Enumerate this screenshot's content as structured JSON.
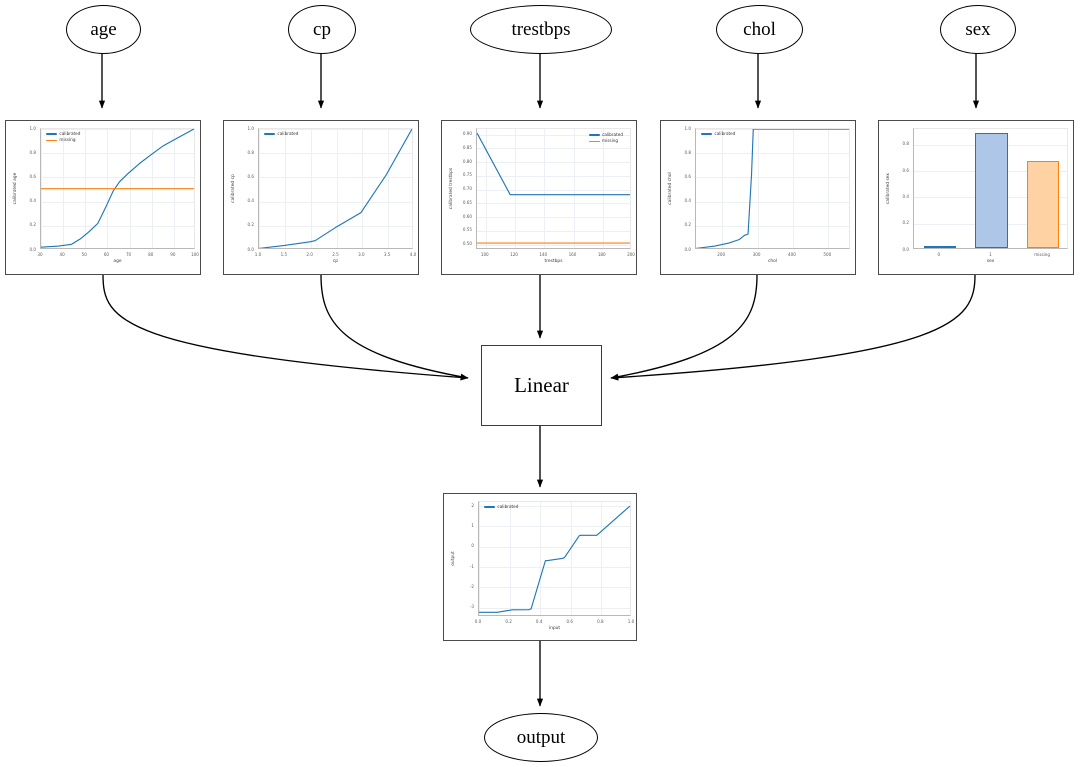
{
  "graph": {
    "input_nodes": [
      {
        "name": "age"
      },
      {
        "name": "cp"
      },
      {
        "name": "trestbps"
      },
      {
        "name": "chol"
      },
      {
        "name": "sex"
      }
    ],
    "linear_node": "Linear",
    "output_node": "output"
  },
  "colors": {
    "calibrated": "#1f77b4",
    "missing": "#ff7f0e",
    "bar_blue_fill": "#aec7e8",
    "bar_blue_edge": "#1f77b4",
    "bar_orange_fill": "#ffd2a3",
    "bar_orange_edge": "#ff7f0e",
    "node_stroke": "#000000",
    "panel_border": "#4a4a4a",
    "grid": "#eceff4"
  },
  "chart_data": [
    {
      "id": "age",
      "type": "line",
      "xlabel": "age",
      "ylabel": "calibrated age",
      "xlim": [
        30,
        100
      ],
      "ylim": [
        0.0,
        1.0
      ],
      "xticks": [
        "30",
        "40",
        "50",
        "60",
        "70",
        "80",
        "90",
        "100"
      ],
      "yticks": [
        "0.0",
        "0.2",
        "0.4",
        "0.6",
        "0.8",
        "1.0"
      ],
      "grid": true,
      "legend": [
        "calibrated",
        "missing"
      ],
      "legend_position": "upper left",
      "series": [
        {
          "name": "calibrated",
          "color": "#1f77b4",
          "x": [
            30,
            38,
            44,
            48,
            52,
            56,
            60,
            63,
            66,
            70,
            75,
            80,
            86,
            92,
            100
          ],
          "y": [
            0.01,
            0.02,
            0.035,
            0.08,
            0.14,
            0.21,
            0.36,
            0.48,
            0.56,
            0.63,
            0.71,
            0.78,
            0.86,
            0.92,
            1.0
          ]
        },
        {
          "name": "missing",
          "color": "#ff7f0e",
          "x": [
            30,
            100
          ],
          "y": [
            0.5,
            0.5
          ]
        }
      ]
    },
    {
      "id": "cp",
      "type": "line",
      "xlabel": "cp",
      "ylabel": "calibrated cp",
      "xlim": [
        1.0,
        4.0
      ],
      "ylim": [
        0.0,
        1.0
      ],
      "xticks": [
        "1.0",
        "1.5",
        "2.0",
        "2.5",
        "3.0",
        "3.5",
        "4.0"
      ],
      "yticks": [
        "0.0",
        "0.2",
        "0.4",
        "0.6",
        "0.8",
        "1.0"
      ],
      "grid": true,
      "legend": [
        "calibrated"
      ],
      "legend_position": "upper left",
      "series": [
        {
          "name": "calibrated",
          "color": "#1f77b4",
          "x": [
            1.0,
            1.5,
            2.0,
            2.1,
            2.5,
            3.0,
            3.5,
            4.0
          ],
          "y": [
            0.0,
            0.025,
            0.055,
            0.065,
            0.175,
            0.3,
            0.62,
            1.0
          ]
        }
      ]
    },
    {
      "id": "trestbps",
      "type": "line",
      "xlabel": "trestbps",
      "ylabel": "calibrated trestbps",
      "xlim": [
        94,
        200
      ],
      "ylim": [
        0.48,
        0.92
      ],
      "xticks": [
        "100",
        "120",
        "140",
        "160",
        "180",
        "200"
      ],
      "yticks": [
        "0.50",
        "0.55",
        "0.60",
        "0.65",
        "0.70",
        "0.75",
        "0.80",
        "0.85",
        "0.90"
      ],
      "grid": true,
      "legend": [
        "calibrated",
        "missing"
      ],
      "legend_position": "upper right",
      "series": [
        {
          "name": "calibrated",
          "color": "#1f77b4",
          "x": [
            94,
            117,
            200
          ],
          "y": [
            0.905,
            0.678,
            0.678
          ]
        },
        {
          "name": "missing",
          "color": "#ff7f0e",
          "x": [
            94,
            200
          ],
          "y": [
            0.5,
            0.5
          ]
        }
      ]
    },
    {
      "id": "chol",
      "type": "line",
      "xlabel": "chol",
      "ylabel": "calibrated chol",
      "xlim": [
        126,
        564
      ],
      "ylim": [
        0.0,
        1.0
      ],
      "xticks": [
        "200",
        "300",
        "400",
        "500"
      ],
      "yticks": [
        "0.0",
        "0.2",
        "0.4",
        "0.6",
        "0.8",
        "1.0"
      ],
      "grid": true,
      "legend": [
        "calibrated"
      ],
      "legend_position": "upper left",
      "series": [
        {
          "name": "calibrated",
          "color": "#1f77b4",
          "x": [
            126,
            180,
            220,
            250,
            265,
            275,
            285,
            290,
            564
          ],
          "y": [
            0.0,
            0.02,
            0.045,
            0.075,
            0.11,
            0.12,
            0.62,
            1.0,
            1.0
          ]
        }
      ]
    },
    {
      "id": "sex",
      "type": "bar",
      "xlabel": "sex",
      "ylabel": "calibrated sex",
      "ylim": [
        0.0,
        0.92
      ],
      "yticks": [
        "0.0",
        "0.2",
        "0.4",
        "0.6",
        "0.8"
      ],
      "grid": true,
      "categories": [
        "0",
        "1",
        "missing"
      ],
      "values": [
        0.006,
        0.872,
        0.66
      ],
      "bar_colors": [
        "#aec7e8",
        "#aec7e8",
        "#ffd2a3"
      ],
      "bar_edge_colors": [
        "#1f77b4",
        "#1f77b4",
        "#ff7f0e"
      ]
    },
    {
      "id": "output",
      "type": "line",
      "xlabel": "input",
      "ylabel": "output",
      "xlim": [
        0.0,
        1.0
      ],
      "ylim": [
        -3.45,
        2.2
      ],
      "xticks": [
        "0.0",
        "0.2",
        "0.4",
        "0.6",
        "0.8",
        "1.0"
      ],
      "yticks": [
        "-3",
        "-2",
        "-1",
        "0",
        "1",
        "2"
      ],
      "grid": true,
      "legend": [
        "calibrated"
      ],
      "legend_position": "upper left",
      "series": [
        {
          "name": "calibrated",
          "color": "#1f77b4",
          "x": [
            0.0,
            0.12,
            0.22,
            0.33,
            0.345,
            0.44,
            0.46,
            0.55,
            0.565,
            0.665,
            0.675,
            0.78,
            1.0
          ],
          "y": [
            -3.29,
            -3.29,
            -3.17,
            -3.16,
            -3.12,
            -0.72,
            -0.71,
            -0.61,
            -0.58,
            0.53,
            0.54,
            0.54,
            2.0
          ]
        }
      ]
    }
  ]
}
